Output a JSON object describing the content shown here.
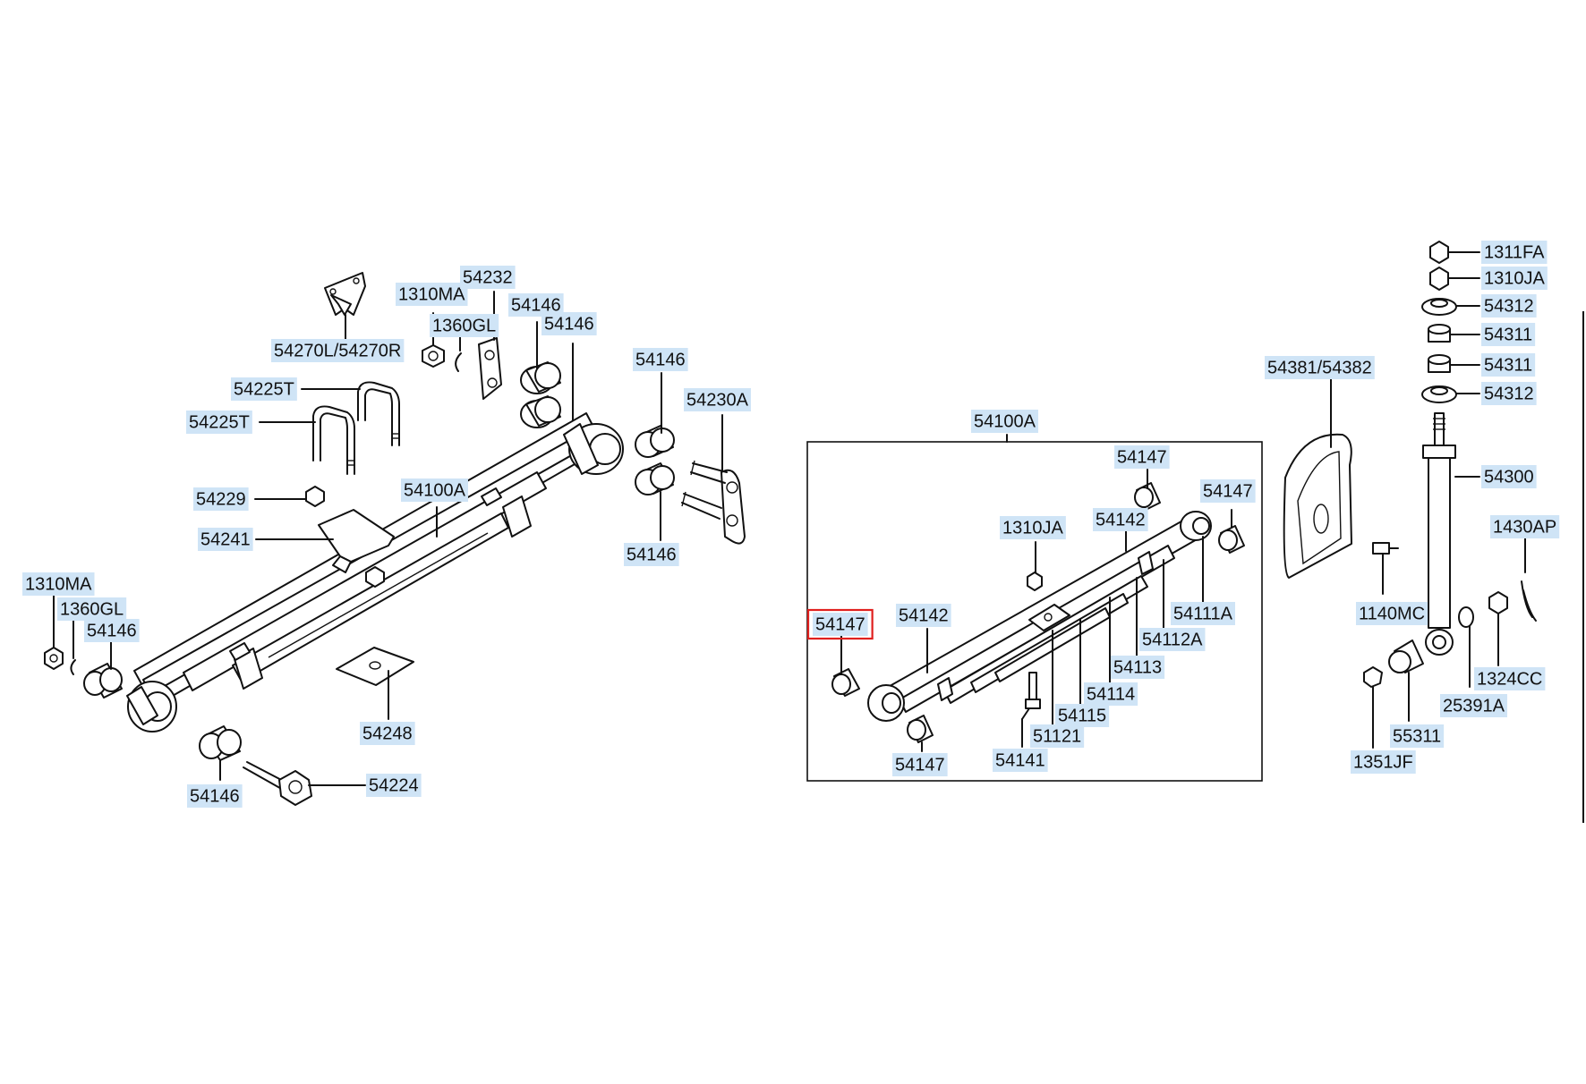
{
  "labels": {
    "l01": "54270L/54270R",
    "l02": "1310MA",
    "l03": "1360GL",
    "l04": "54232",
    "l05": "54146",
    "l06": "54146",
    "l07": "54225T",
    "l08": "54225T",
    "l09": "54146",
    "l10": "54230A",
    "l11": "54100A",
    "l12": "54229",
    "l13": "54241",
    "l14": "54146",
    "l15": "1310MA",
    "l16": "1360GL",
    "l17": "54146",
    "l18": "54248",
    "l19": "54146",
    "l20": "54224",
    "l21": "54100A",
    "l22": "54147",
    "l23": "54147",
    "l24": "1310JA",
    "l25": "54142",
    "l26": "54111A",
    "l27": "54112A",
    "l28": "54147",
    "l29": "54142",
    "l30": "54113",
    "l31": "54114",
    "l32": "54115",
    "l33": "51121",
    "l34": "54141",
    "l35": "54147",
    "l36": "54381/54382",
    "l37": "1311FA",
    "l38": "1310JA",
    "l39": "54312",
    "l40": "54311",
    "l41": "54311",
    "l42": "54312",
    "l43": "54300",
    "l44": "1430AP",
    "l45": "1140MC",
    "l46": "1324CC",
    "l47": "25391A",
    "l48": "55311",
    "l49": "1351JF"
  },
  "selected_part": "54147"
}
